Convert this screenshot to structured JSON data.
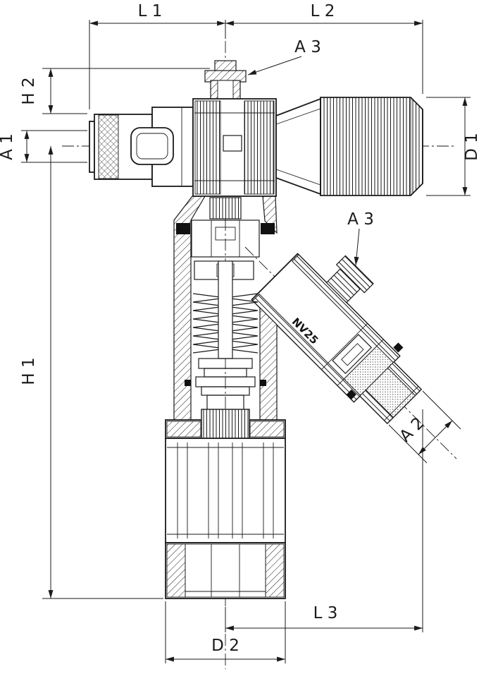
{
  "drawing": {
    "type": "technical-section-drawing",
    "subject": "angle valve with union connections, cross-section",
    "colors": {
      "line": "#1a1a1a",
      "background": "#ffffff",
      "seal": "#111111"
    },
    "dimensions": {
      "l1": "L 1",
      "l2": "L 2",
      "l3": "L 3",
      "h1": "H 1",
      "h2": "H 2",
      "a1": "A 1",
      "a2": "A 2",
      "a3_top": "A 3",
      "a3_branch": "A 3",
      "d1": "D 1",
      "d2": "D 2"
    },
    "markings": {
      "valve_size": "NV25"
    }
  }
}
